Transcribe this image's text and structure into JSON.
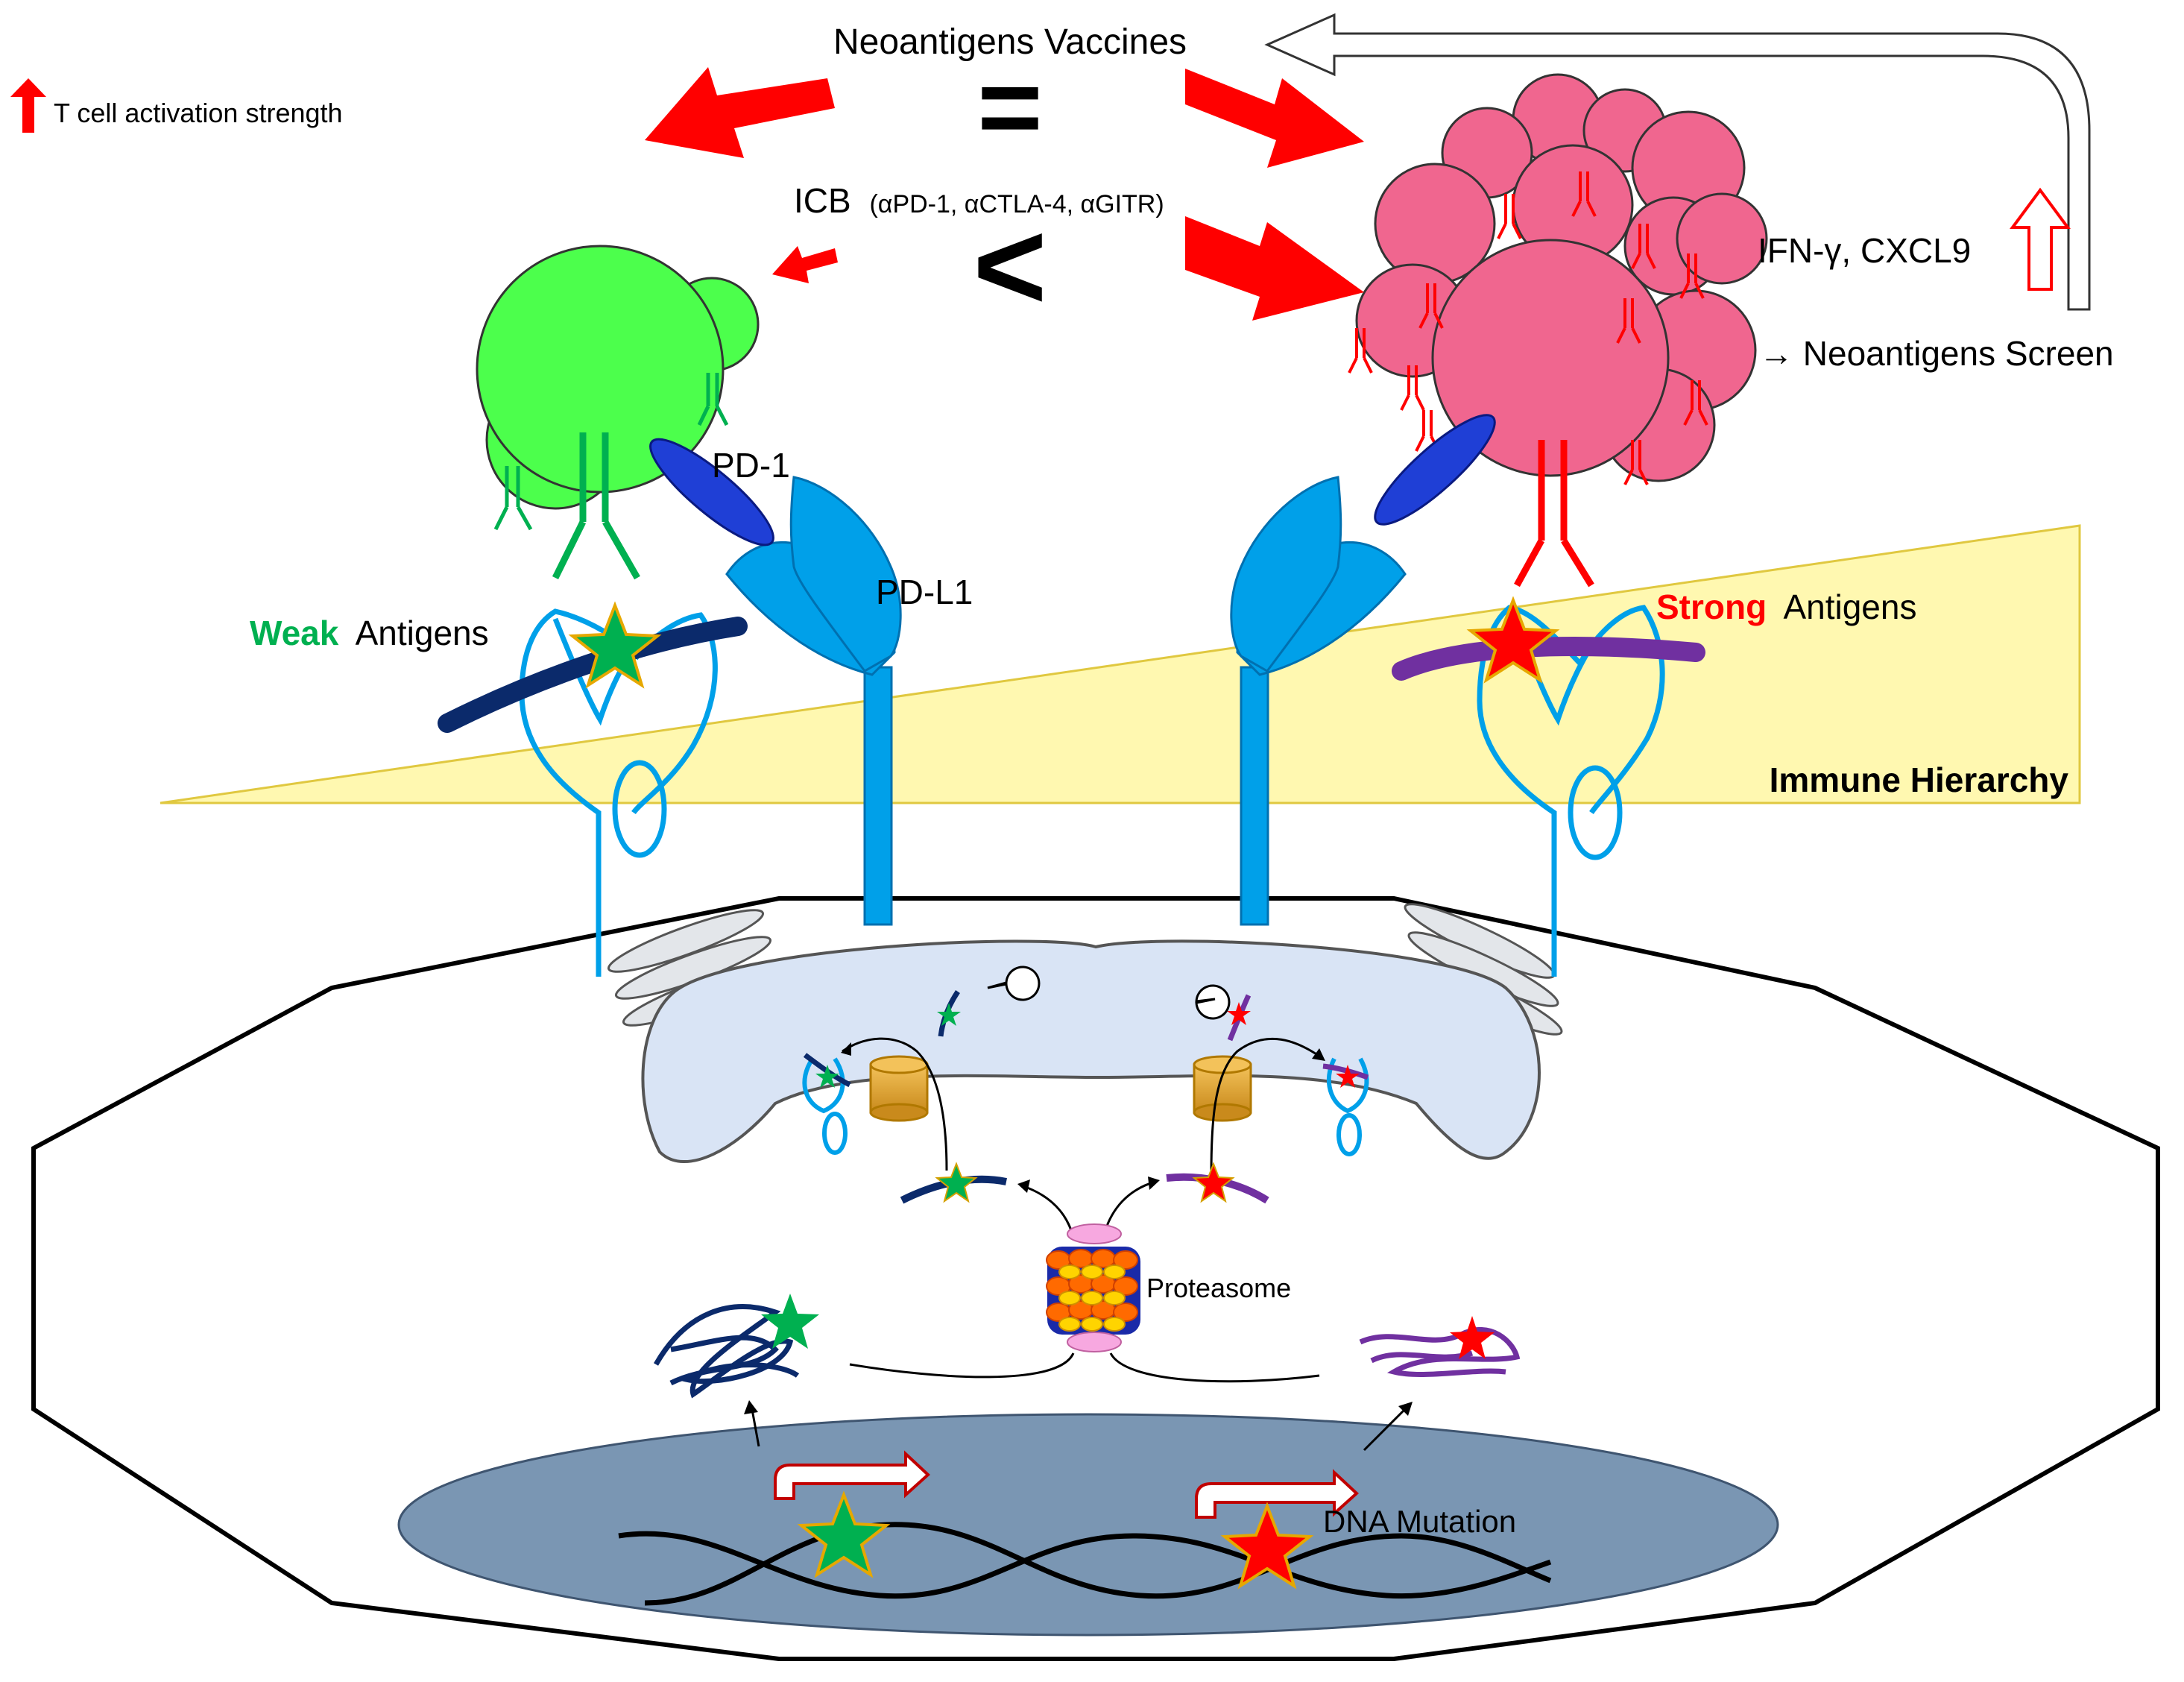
{
  "legend": {
    "text": "T cell activation strength"
  },
  "top": {
    "vaccines_label": "Neoantigens Vaccines",
    "equals_sign": "=",
    "icb_label": "ICB",
    "icb_targets": "(αPD-1, αCTLA-4, αGITR)",
    "less_than_sign": "<"
  },
  "right_side": {
    "cytokines_label": "IFN-γ, CXCL9",
    "screen_label": "→ Neoantigens Screen"
  },
  "receptors": {
    "pd1_label": "PD-1",
    "pdl1_label": "PD-L1"
  },
  "antigens": {
    "weak_word": "Weak",
    "strong_word": "Strong",
    "antigens_word": "Antigens"
  },
  "hierarchy": {
    "label": "Immune Hierarchy"
  },
  "cell": {
    "proteasome_label": "Proteasome",
    "dna_label": "DNA Mutation"
  },
  "colors": {
    "weak_green": "#00b050",
    "strong_red": "#ff0000",
    "t_cell_green": "#4cff4c",
    "t_cell_pink": "#f0668f",
    "mhc_blue": "#00a0e9",
    "pd1_blue": "#1f3fd6",
    "pdl1_blue": "#00a0e9",
    "er_fill": "#d9e4f5",
    "nucleus_fill": "#7a96b3",
    "hierarchy_yellow": "#fff8b0"
  }
}
